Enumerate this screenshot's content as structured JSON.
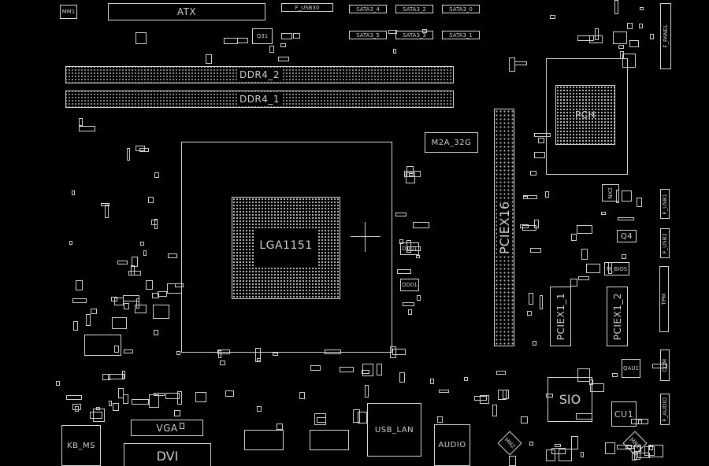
{
  "board": {
    "atx": "ATX",
    "f_usb30": "F_USB30",
    "q31": "Q31",
    "sata": [
      "SATA3_4",
      "SATA3_2",
      "SATA3_0",
      "SATA3_5",
      "SATA3_3",
      "SATA3_1"
    ],
    "ddr4_2": "DDR4_2",
    "ddr4_1": "DDR4_1",
    "pch": "PCH",
    "f_panel": "F_PANEL",
    "m2": "M2A_32G",
    "cpu_socket": "LGA1151",
    "pciex16": "PCIEX16",
    "nx2": "NX2",
    "q4": "Q4",
    "f_usb1": "F_USB1",
    "f_usb2": "F_USB2",
    "m_bios": "M_BIOS",
    "tpm": "TPM",
    "pciex1_1": "PCIEX1_1",
    "pciex1_2": "PCIEX1_2",
    "com": "COM",
    "qau1": "QAU1",
    "sio": "SIO",
    "cu1": "CU1",
    "f_audio": "F_AUDIO",
    "vga": "VGA",
    "dvi": "DVI",
    "kb_ms": "KB_MS",
    "usb_lan": "USB_LAN",
    "audio": "AUDIO",
    "mn1": "MN1",
    "mn2": "MN2",
    "dd01": "DD01",
    "dd02": "DD01",
    "mm1": "MM1"
  },
  "colors": {
    "background": "#000000",
    "outline": "#d8d8d8"
  }
}
